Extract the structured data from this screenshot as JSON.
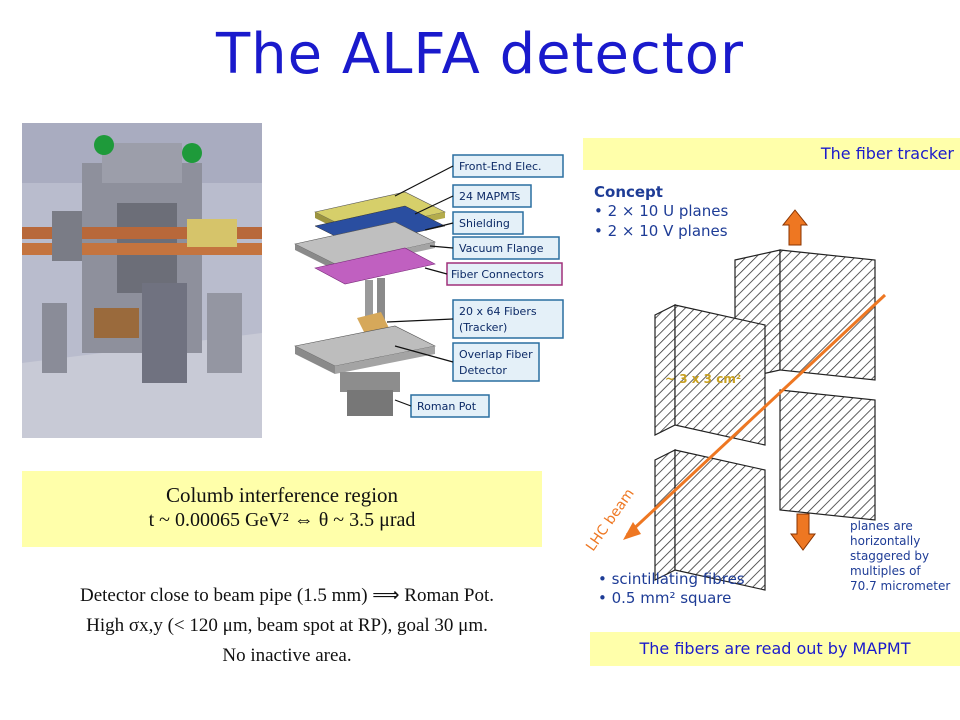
{
  "slide": {
    "title": "The ALFA detector"
  },
  "exploded_view": {
    "labels": [
      "Front-End Elec.",
      "24 MAPMTs",
      "Shielding",
      "Vacuum Flange",
      "Fiber Connectors",
      "20 x 64 Fibers",
      "(Tracker)",
      "Overlap Fiber",
      "Detector",
      "Roman Pot"
    ]
  },
  "callout": {
    "line1": "Columb interference region",
    "line2": "t ~ 0.00065 GeV² ⇔ θ ~ 3.5 μrad"
  },
  "notes": {
    "line1": "Detector close to beam pipe (1.5 mm) ⟹ Roman Pot.",
    "line2": "High σx,y (< 120 μm, beam spot at RP), goal 30 μm.",
    "line3": "No inactive area."
  },
  "fiber_tracker": {
    "title": "The fiber tracker",
    "concept_heading": "Concept",
    "concept_items": [
      "• 2 × 10 U planes",
      "• 2 × 10 V planes"
    ],
    "area_label": "~ 3 x 3 cm²",
    "beam_label": "LHC beam",
    "planes_note": [
      "planes are",
      "horizontally",
      "staggered by",
      "multiples of",
      "70.7 micrometer"
    ],
    "bottom_items": [
      "• scintillating fibres",
      "• 0.5 mm² square"
    ],
    "footer": "The fibers are read out by MAPMT"
  },
  "colors": {
    "title": "#1a1acc",
    "callout_bg": "#ffffaa",
    "arrow_orange": "#ee7722",
    "label_blue": "#1e3c96"
  }
}
